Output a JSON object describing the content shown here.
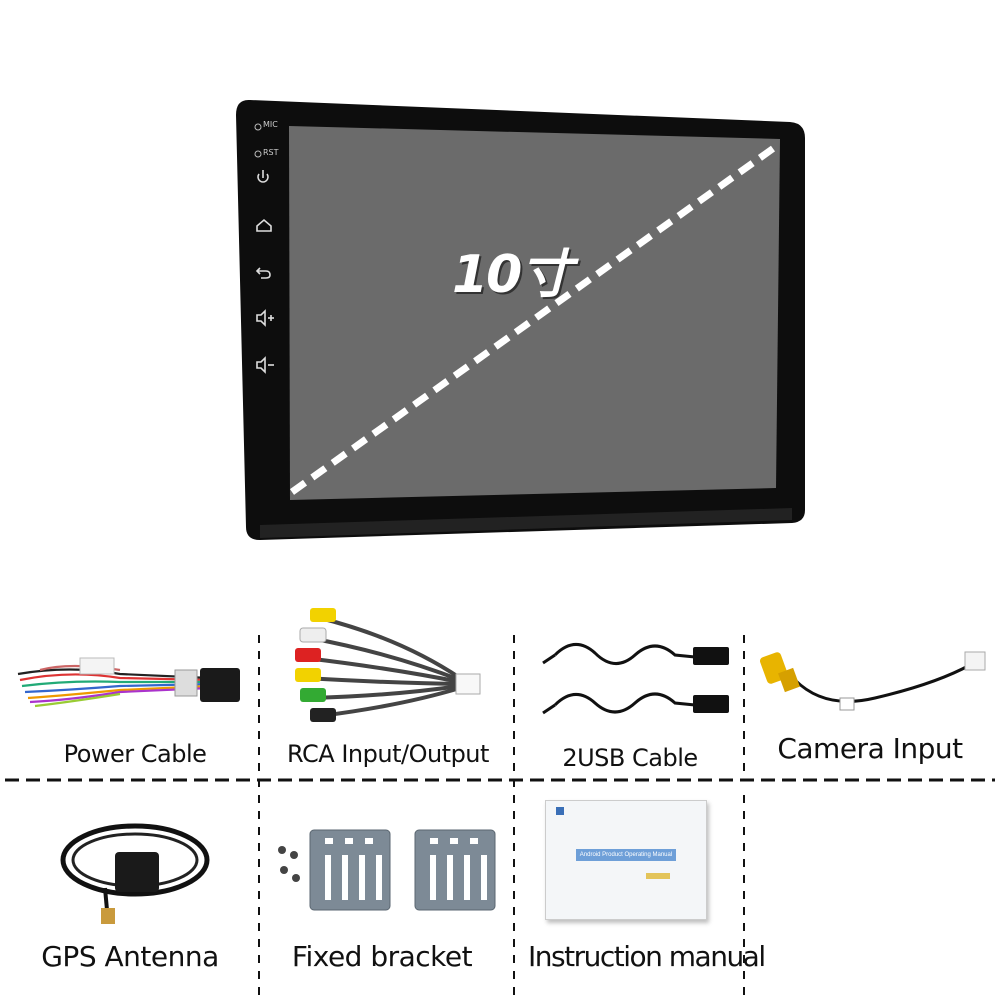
{
  "screen": {
    "size_label": "10寸",
    "side_buttons": {
      "mic": "MIC",
      "rst": "RST"
    }
  },
  "accessories": {
    "power_cable": "Power Cable",
    "rca": "RCA Input/Output",
    "usb": "2USB  Cable",
    "camera": "Camera  Input",
    "gps": "GPS  Antenna",
    "bracket": "Fixed  bracket",
    "manual": "Instruction manual"
  },
  "manual_cover": {
    "title": "Android Product Operating Manual"
  },
  "colors": {
    "bezel": "#0d0d0d",
    "screen": "#6b6b6b",
    "dash": "#ffffff"
  }
}
